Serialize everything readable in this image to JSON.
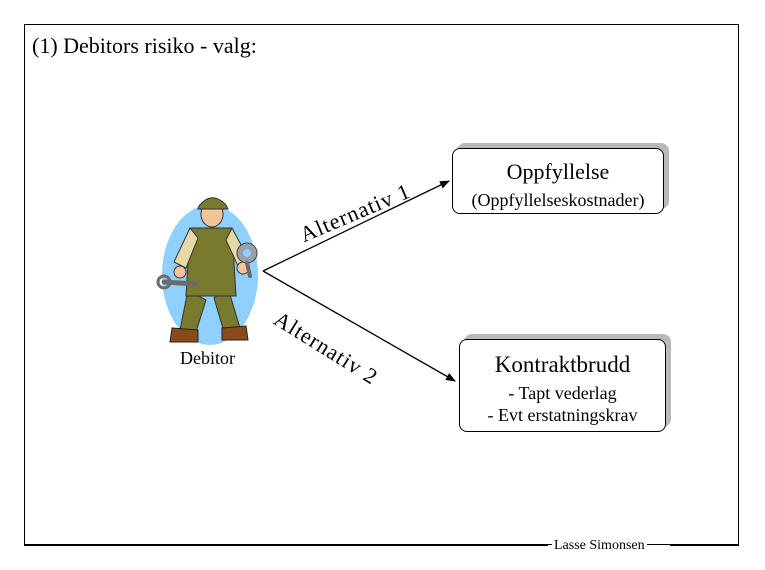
{
  "slide": {
    "title": "(1) Debitors risiko - valg:",
    "footer": "Lasse Simonsen"
  },
  "actor": {
    "label": "Debitor",
    "icon": "worker-with-wrenches-icon"
  },
  "branches": [
    {
      "label": "Alternativ 1",
      "box_title": "Oppfyllelse",
      "box_lines": [
        "(Oppfyllelseskostnader)"
      ]
    },
    {
      "label": "Alternativ 2",
      "box_title": "Kontraktbrudd",
      "box_lines": [
        "- Tapt vederlag",
        "- Evt erstatningskrav"
      ]
    }
  ],
  "colors": {
    "box_shadow": "#b9b9b9",
    "skin": "#f2c49a",
    "overalls": "#7a7a2e",
    "shirt": "#e8d8a8",
    "bubble": "#8fd0ff"
  }
}
